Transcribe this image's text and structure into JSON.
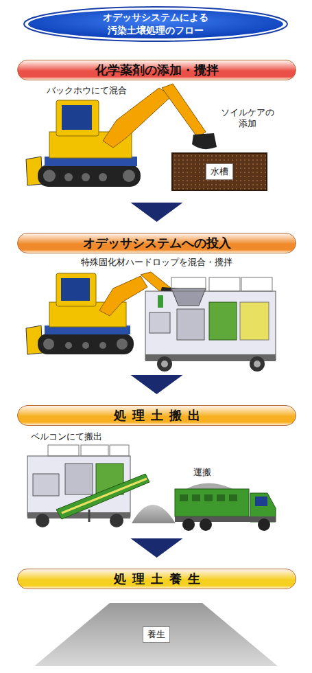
{
  "diagram": {
    "title": "オデッサシステムによる 汚染土壌処理のフロー",
    "nodes": [
      {
        "text": [
          "化学薬剤の添加・攪拌"
        ]
      },
      {
        "text": [
          "水槽"
        ]
      },
      {
        "text": [
          "オデッサシステムへの投入"
        ]
      },
      {
        "text": [
          "処理土搬出"
        ]
      },
      {
        "text": [
          "処理土養生"
        ]
      },
      {
        "text": [
          "養生"
        ]
      }
    ],
    "edges": [
      {
        "from": 0,
        "to": 2,
        "arrow": "to"
      },
      {
        "from": 2,
        "to": 3,
        "arrow": "to"
      },
      {
        "from": 3,
        "to": 4,
        "arrow": "to"
      }
    ],
    "labels": [
      "バックホウにて混合",
      "ソイルケアの 添加",
      "特殊固化材ハードロップを混合・攪拌",
      "ベルコンにて搬出",
      "運搬"
    ]
  }
}
